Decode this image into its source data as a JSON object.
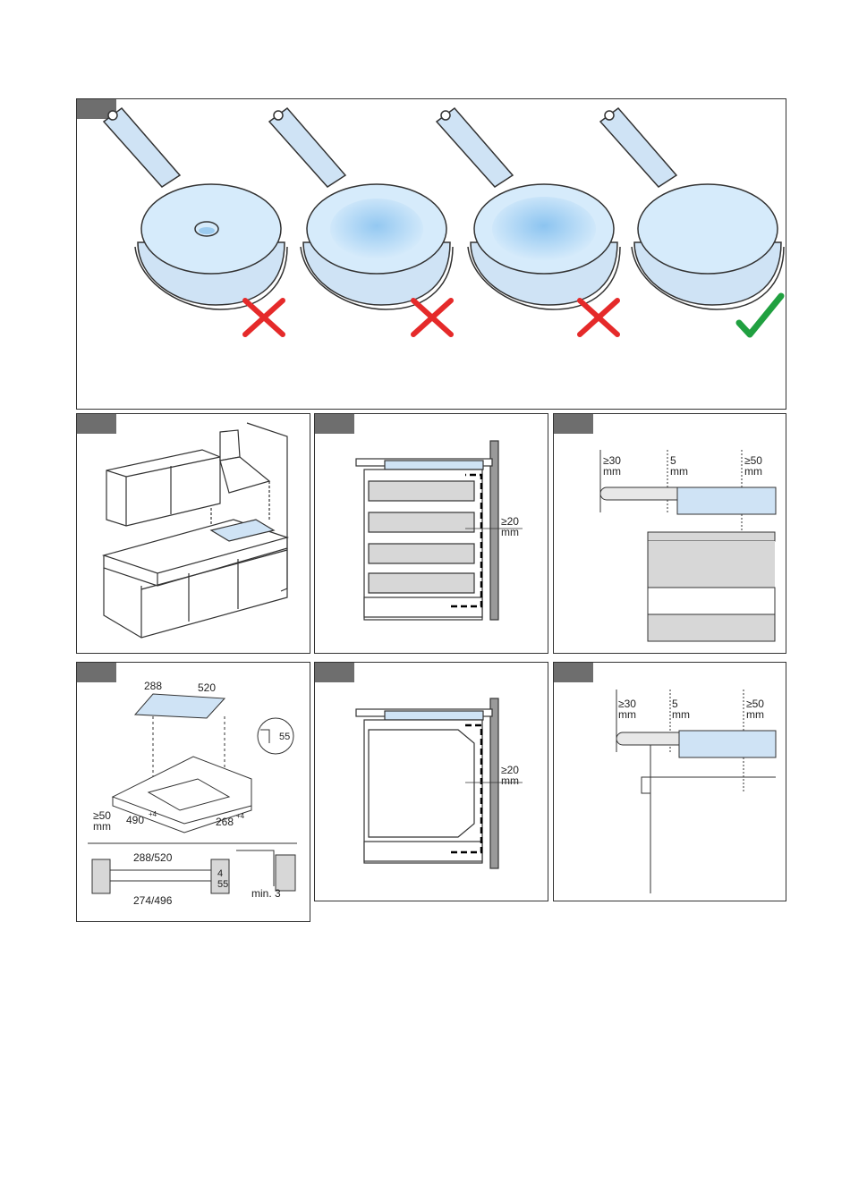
{
  "pan_panel": {
    "pans": [
      {
        "name": "pan-with-hole",
        "verdict": "cross"
      },
      {
        "name": "pan-convex-base",
        "verdict": "cross"
      },
      {
        "name": "pan-concave-base",
        "verdict": "cross"
      },
      {
        "name": "pan-flat-base",
        "verdict": "check"
      }
    ]
  },
  "vent_panel_a": {
    "gap_label": "≥20",
    "gap_unit": "mm"
  },
  "clearance_panel_a": {
    "left_label": "≥30",
    "left_unit": "mm",
    "mid_label": "5",
    "mid_unit": "mm",
    "right_label": "≥50",
    "right_unit": "mm"
  },
  "cutout_panel": {
    "hob_depth": "288",
    "hob_width": "520",
    "hob_height": "55",
    "cut_wall": "≥50",
    "cut_wall_unit": "mm",
    "cut_depth": "490",
    "cut_depth_tol": "+4",
    "cut_width": "268",
    "cut_width_tol": "+4",
    "section_top": "288/520",
    "section_bottom": "274/496",
    "section_thick": "4",
    "section_height": "55",
    "min_label": "min. 3"
  },
  "vent_panel_b": {
    "gap_label": "≥20",
    "gap_unit": "mm"
  },
  "clearance_panel_b": {
    "left_label": "≥30",
    "left_unit": "mm",
    "mid_label": "5",
    "mid_unit": "mm",
    "right_label": "≥50",
    "right_unit": "mm"
  },
  "colors": {
    "pan_fill": "#cfe3f5",
    "pan_shade": "#9ccbef",
    "cross": "#e52a2a",
    "check": "#20a040",
    "gray": "#d7d7d7",
    "tab": "#6e6e6e"
  }
}
